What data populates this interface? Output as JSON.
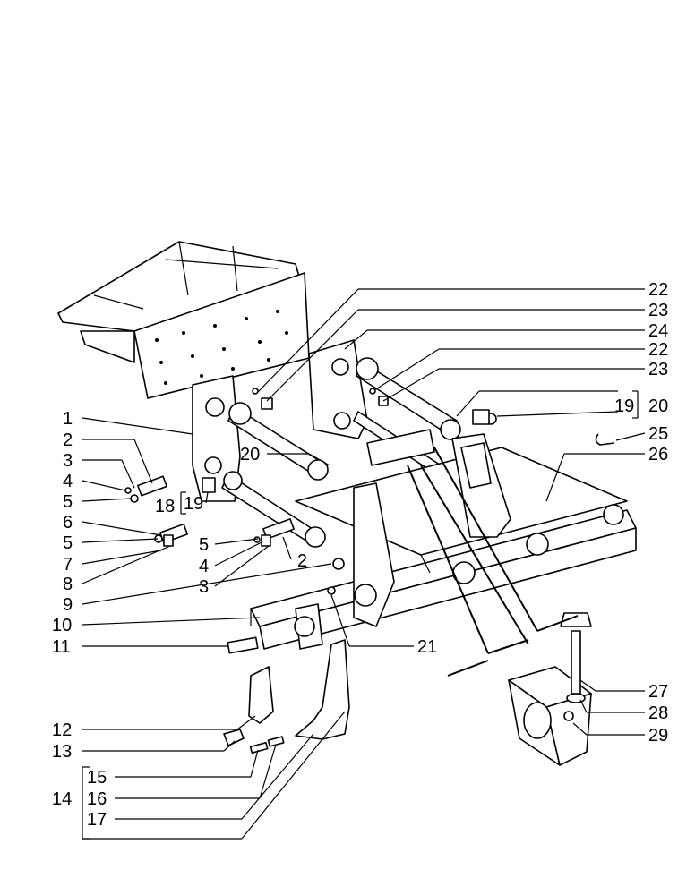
{
  "callouts": {
    "left": [
      "1",
      "2",
      "3",
      "4",
      "5",
      "6",
      "5",
      "7",
      "8",
      "9",
      "10",
      "11",
      "12",
      "13",
      "15",
      "16",
      "17"
    ],
    "group14": "14",
    "group18": "18",
    "group18_sub": "19",
    "center": [
      "20",
      "5",
      "4",
      "3",
      "2",
      "21"
    ],
    "right": [
      "22",
      "23",
      "24",
      "22",
      "23",
      "19",
      "20",
      "25",
      "26",
      "27",
      "28",
      "29"
    ]
  }
}
